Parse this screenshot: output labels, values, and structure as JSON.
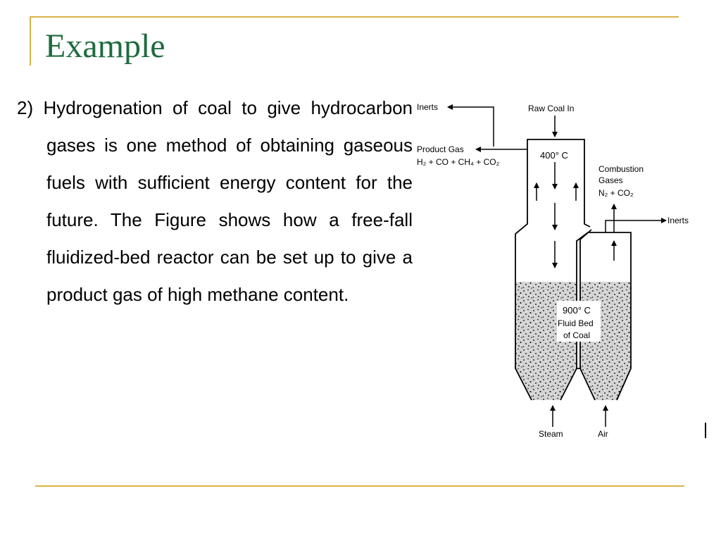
{
  "slide": {
    "title": "Example",
    "paragraph": "2) Hydrogenation of coal to give hydrocarbon gases is one method of obtaining gaseous fuels with sufficient energy content for the future. The Figure shows how a free-fall fluidized-bed reactor can be set up to give a product gas of high methane content."
  },
  "diagram": {
    "inerts_top": "Inerts",
    "raw_coal": "Raw Coal In",
    "product_gas": "Product Gas",
    "product_formula": "H₂ + CO + CH₄ + CO₂",
    "temp_top": "400° C",
    "combustion_line1": "Combustion",
    "combustion_line2": "Gases",
    "combustion_formula": "N₂ + CO₂",
    "inerts_right": "Inerts",
    "bed_temp": "900° C",
    "bed_line1": "Fluid Bed",
    "bed_line2": "of Coal",
    "steam": "Steam",
    "air": "Air"
  },
  "colors": {
    "title": "#1e6b3e",
    "frame": "#d9b347"
  }
}
